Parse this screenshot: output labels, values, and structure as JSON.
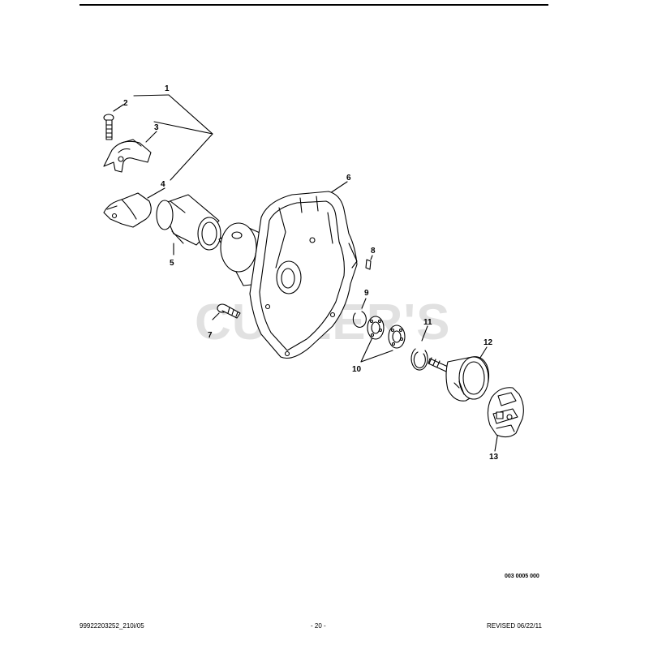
{
  "watermark": "CUTLER'S",
  "drawing_id": "003 0005 000",
  "footer": {
    "left": "99922203252_210i/05",
    "center": "- 20 -",
    "right": "REVISED 06/22/11"
  },
  "parts": [
    {
      "callout": "1",
      "description": ""
    },
    {
      "callout": "2",
      "description": ""
    },
    {
      "callout": "3",
      "description": ""
    },
    {
      "callout": "4",
      "description": ""
    },
    {
      "callout": "5",
      "description": ""
    },
    {
      "callout": "6",
      "description": ""
    },
    {
      "callout": "7",
      "description": ""
    },
    {
      "callout": "8",
      "description": ""
    },
    {
      "callout": "9",
      "description": ""
    },
    {
      "callout": "10",
      "description": ""
    },
    {
      "callout": "11",
      "description": ""
    },
    {
      "callout": "12",
      "description": ""
    },
    {
      "callout": "13",
      "description": ""
    }
  ]
}
